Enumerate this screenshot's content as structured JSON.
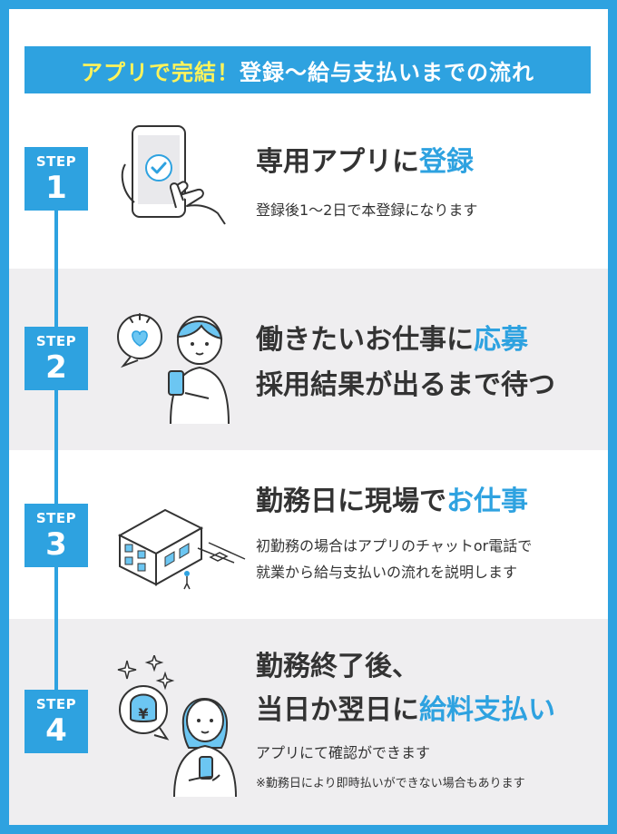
{
  "banner": {
    "accent": "アプリで完結！",
    "text": "登録～給与支払いまでの流れ"
  },
  "steps": [
    {
      "label": "STEP",
      "number": "1",
      "icon": "smartphone-tap-icon",
      "title_main": "専用アプリに",
      "title_highlight": "登録",
      "description": "登録後1〜2日で本登録になります"
    },
    {
      "label": "STEP",
      "number": "2",
      "icon": "person-with-phone-icon",
      "title_line1_main": "働きたいお仕事に",
      "title_line1_highlight": "応募",
      "title_line2": "採用結果が出るまで待つ"
    },
    {
      "label": "STEP",
      "number": "3",
      "icon": "workplace-building-icon",
      "title_main": "勤務日に現場で",
      "title_highlight": "お仕事",
      "description_line1": "初勤務の場合はアプリのチャットor電話で",
      "description_line2": "就業から給与支払いの流れを説明します"
    },
    {
      "label": "STEP",
      "number": "4",
      "icon": "woman-with-wallet-icon",
      "title_line1": "勤務終了後、",
      "title_line2_main": "当日か翌日に",
      "title_line2_highlight": "給料支払い",
      "description": "アプリにて確認ができます",
      "note": "※勤務日により即時払いができない場合もあります"
    }
  ],
  "colors": {
    "accent": "#2ea2e0",
    "banner_highlight": "#fff35a",
    "text": "#333333",
    "band": "#efeef0"
  }
}
